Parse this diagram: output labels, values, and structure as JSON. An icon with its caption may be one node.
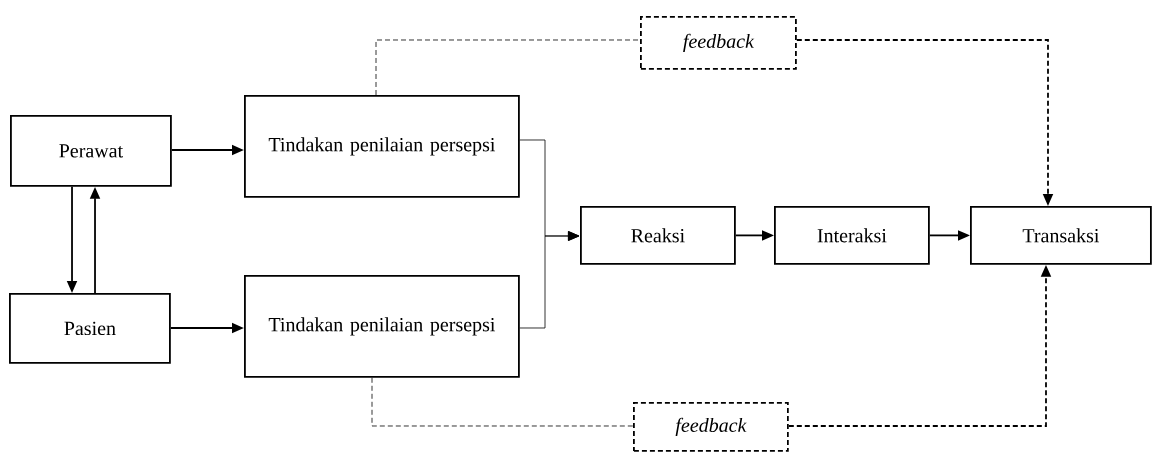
{
  "diagram": {
    "nodes": [
      {
        "text": [
          "Perawat"
        ]
      },
      {
        "text": [
          "Tindakan penilaian persepsi"
        ]
      },
      {
        "text": [
          "Pasien"
        ]
      },
      {
        "text": [
          "Tindakan penilaian persepsi"
        ]
      },
      {
        "text": [
          "Reaksi"
        ]
      },
      {
        "text": [
          "Interaksi"
        ]
      },
      {
        "text": [
          "Transaksi"
        ]
      },
      {
        "text": [
          "feedback"
        ]
      },
      {
        "text": [
          "feedback"
        ]
      }
    ],
    "edges": [
      {
        "from": 0,
        "to": 1,
        "arrow": "to"
      },
      {
        "from": 2,
        "to": 3,
        "arrow": "to"
      },
      {
        "from": 0,
        "to": 2,
        "arrow": "to"
      },
      {
        "from": 2,
        "to": 0,
        "arrow": "to"
      },
      {
        "from": 1,
        "to": 4,
        "arrow": "to"
      },
      {
        "from": 3,
        "to": 4,
        "arrow": "to"
      },
      {
        "from": 4,
        "to": 5,
        "arrow": "to"
      },
      {
        "from": 5,
        "to": 6,
        "arrow": "to"
      },
      {
        "from": 1,
        "to": 7,
        "arrow": "none",
        "style": "dashed"
      },
      {
        "from": 7,
        "to": 6,
        "arrow": "to",
        "style": "dashed"
      },
      {
        "from": 3,
        "to": 8,
        "arrow": "none",
        "style": "dashed"
      },
      {
        "from": 8,
        "to": 6,
        "arrow": "to",
        "style": "dashed"
      }
    ]
  }
}
